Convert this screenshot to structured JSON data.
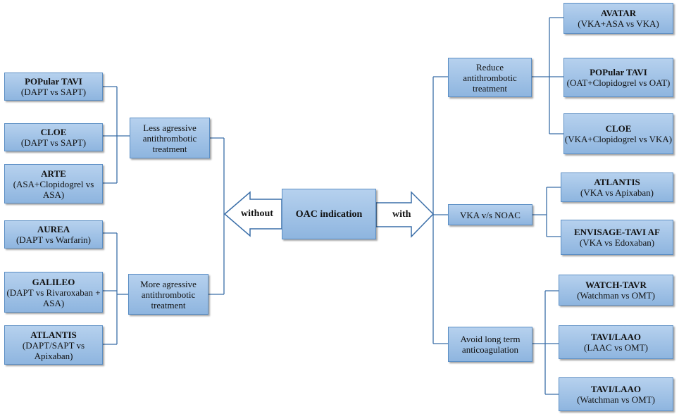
{
  "center": {
    "label": "OAC indication"
  },
  "arrows": {
    "left_label": "without",
    "right_label": "with"
  },
  "left": {
    "less": {
      "label": "Less agressive antithrombotic treatment",
      "trials": [
        {
          "name": "POPular TAVI",
          "comparison": "(DAPT vs SAPT)"
        },
        {
          "name": "CLOE",
          "comparison": "(DAPT vs SAPT)"
        },
        {
          "name": "ARTE",
          "comparison": "(ASA+Clopidogrel vs ASA)"
        }
      ]
    },
    "more": {
      "label": "More agressive antithrombotic treatment",
      "trials": [
        {
          "name": "AUREA",
          "comparison": "(DAPT vs Warfarin)"
        },
        {
          "name": "GALILEO",
          "comparison": "(DAPT vs Rivaroxaban + ASA)"
        },
        {
          "name": "ATLANTIS",
          "comparison": "(DAPT/SAPT vs Apixaban)"
        }
      ]
    }
  },
  "right": {
    "reduce": {
      "label": "Reduce antithrombotic treatment",
      "trials": [
        {
          "name": "AVATAR",
          "comparison": "(VKA+ASA vs VKA)"
        },
        {
          "name": "POPular TAVI",
          "comparison": "(OAT+Clopidogrel vs OAT)"
        },
        {
          "name": "CLOE",
          "comparison": "(VKA+Clopidogrel vs VKA)"
        }
      ]
    },
    "vka": {
      "label": "VKA v/s NOAC",
      "trials": [
        {
          "name": "ATLANTIS",
          "comparison": "(VKA vs Apixaban)"
        },
        {
          "name": "ENVISAGE-TAVI AF",
          "comparison": "(VKA vs Edoxaban)"
        }
      ]
    },
    "avoid": {
      "label": "Avoid long term anticoagulation",
      "trials": [
        {
          "name": "WATCH-TAVR",
          "comparison": "(Watchman  vs OMT)"
        },
        {
          "name": "TAVI/LAAO",
          "comparison": "(LAAC vs OMT)"
        },
        {
          "name": "TAVI/LAAO",
          "comparison": "(Watchman  vs OMT)"
        }
      ]
    }
  }
}
